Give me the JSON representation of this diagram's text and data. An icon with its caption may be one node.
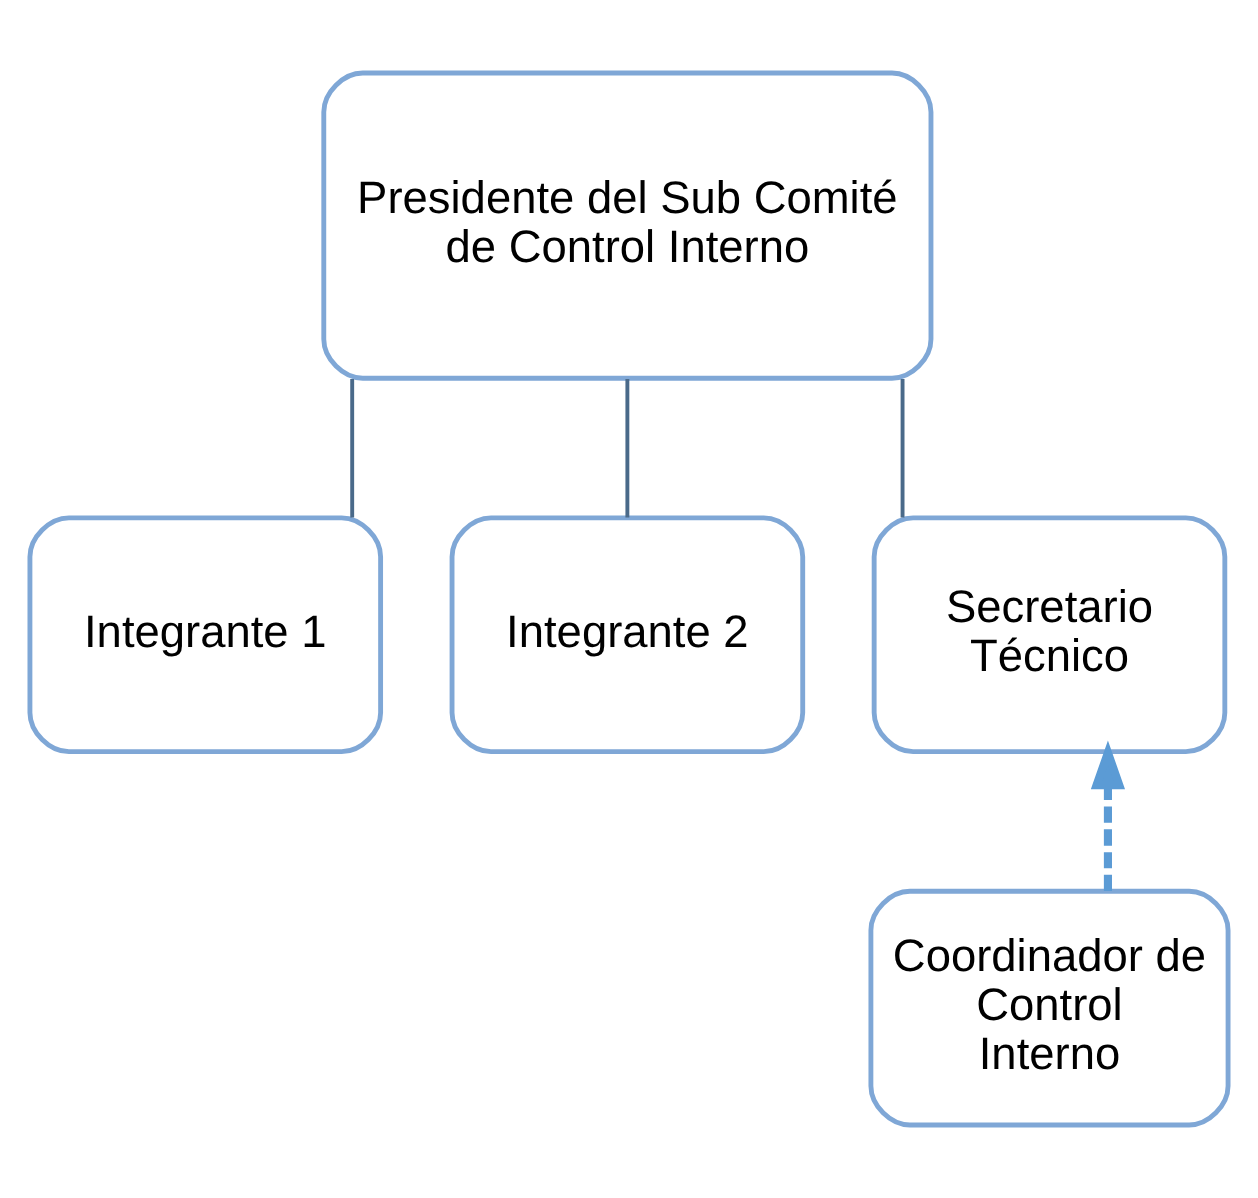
{
  "diagram": {
    "nodes": [
      {
        "text": [
          "Presidente del Sub Comité de Control Interno"
        ]
      },
      {
        "text": [
          "Integrante 1"
        ]
      },
      {
        "text": [
          "Integrante 2"
        ]
      },
      {
        "text": [
          "Secretario Técnico"
        ]
      },
      {
        "text": [
          "Coordinador de Control Interno"
        ]
      }
    ],
    "edges": [
      {
        "from": 0,
        "to": 1,
        "arrow": "none"
      },
      {
        "from": 0,
        "to": 2,
        "arrow": "none"
      },
      {
        "from": 0,
        "to": 3,
        "arrow": "none"
      },
      {
        "from": 4,
        "to": 3,
        "arrow": "to",
        "style": "dashed",
        "color": "#5b9bd5"
      }
    ]
  }
}
